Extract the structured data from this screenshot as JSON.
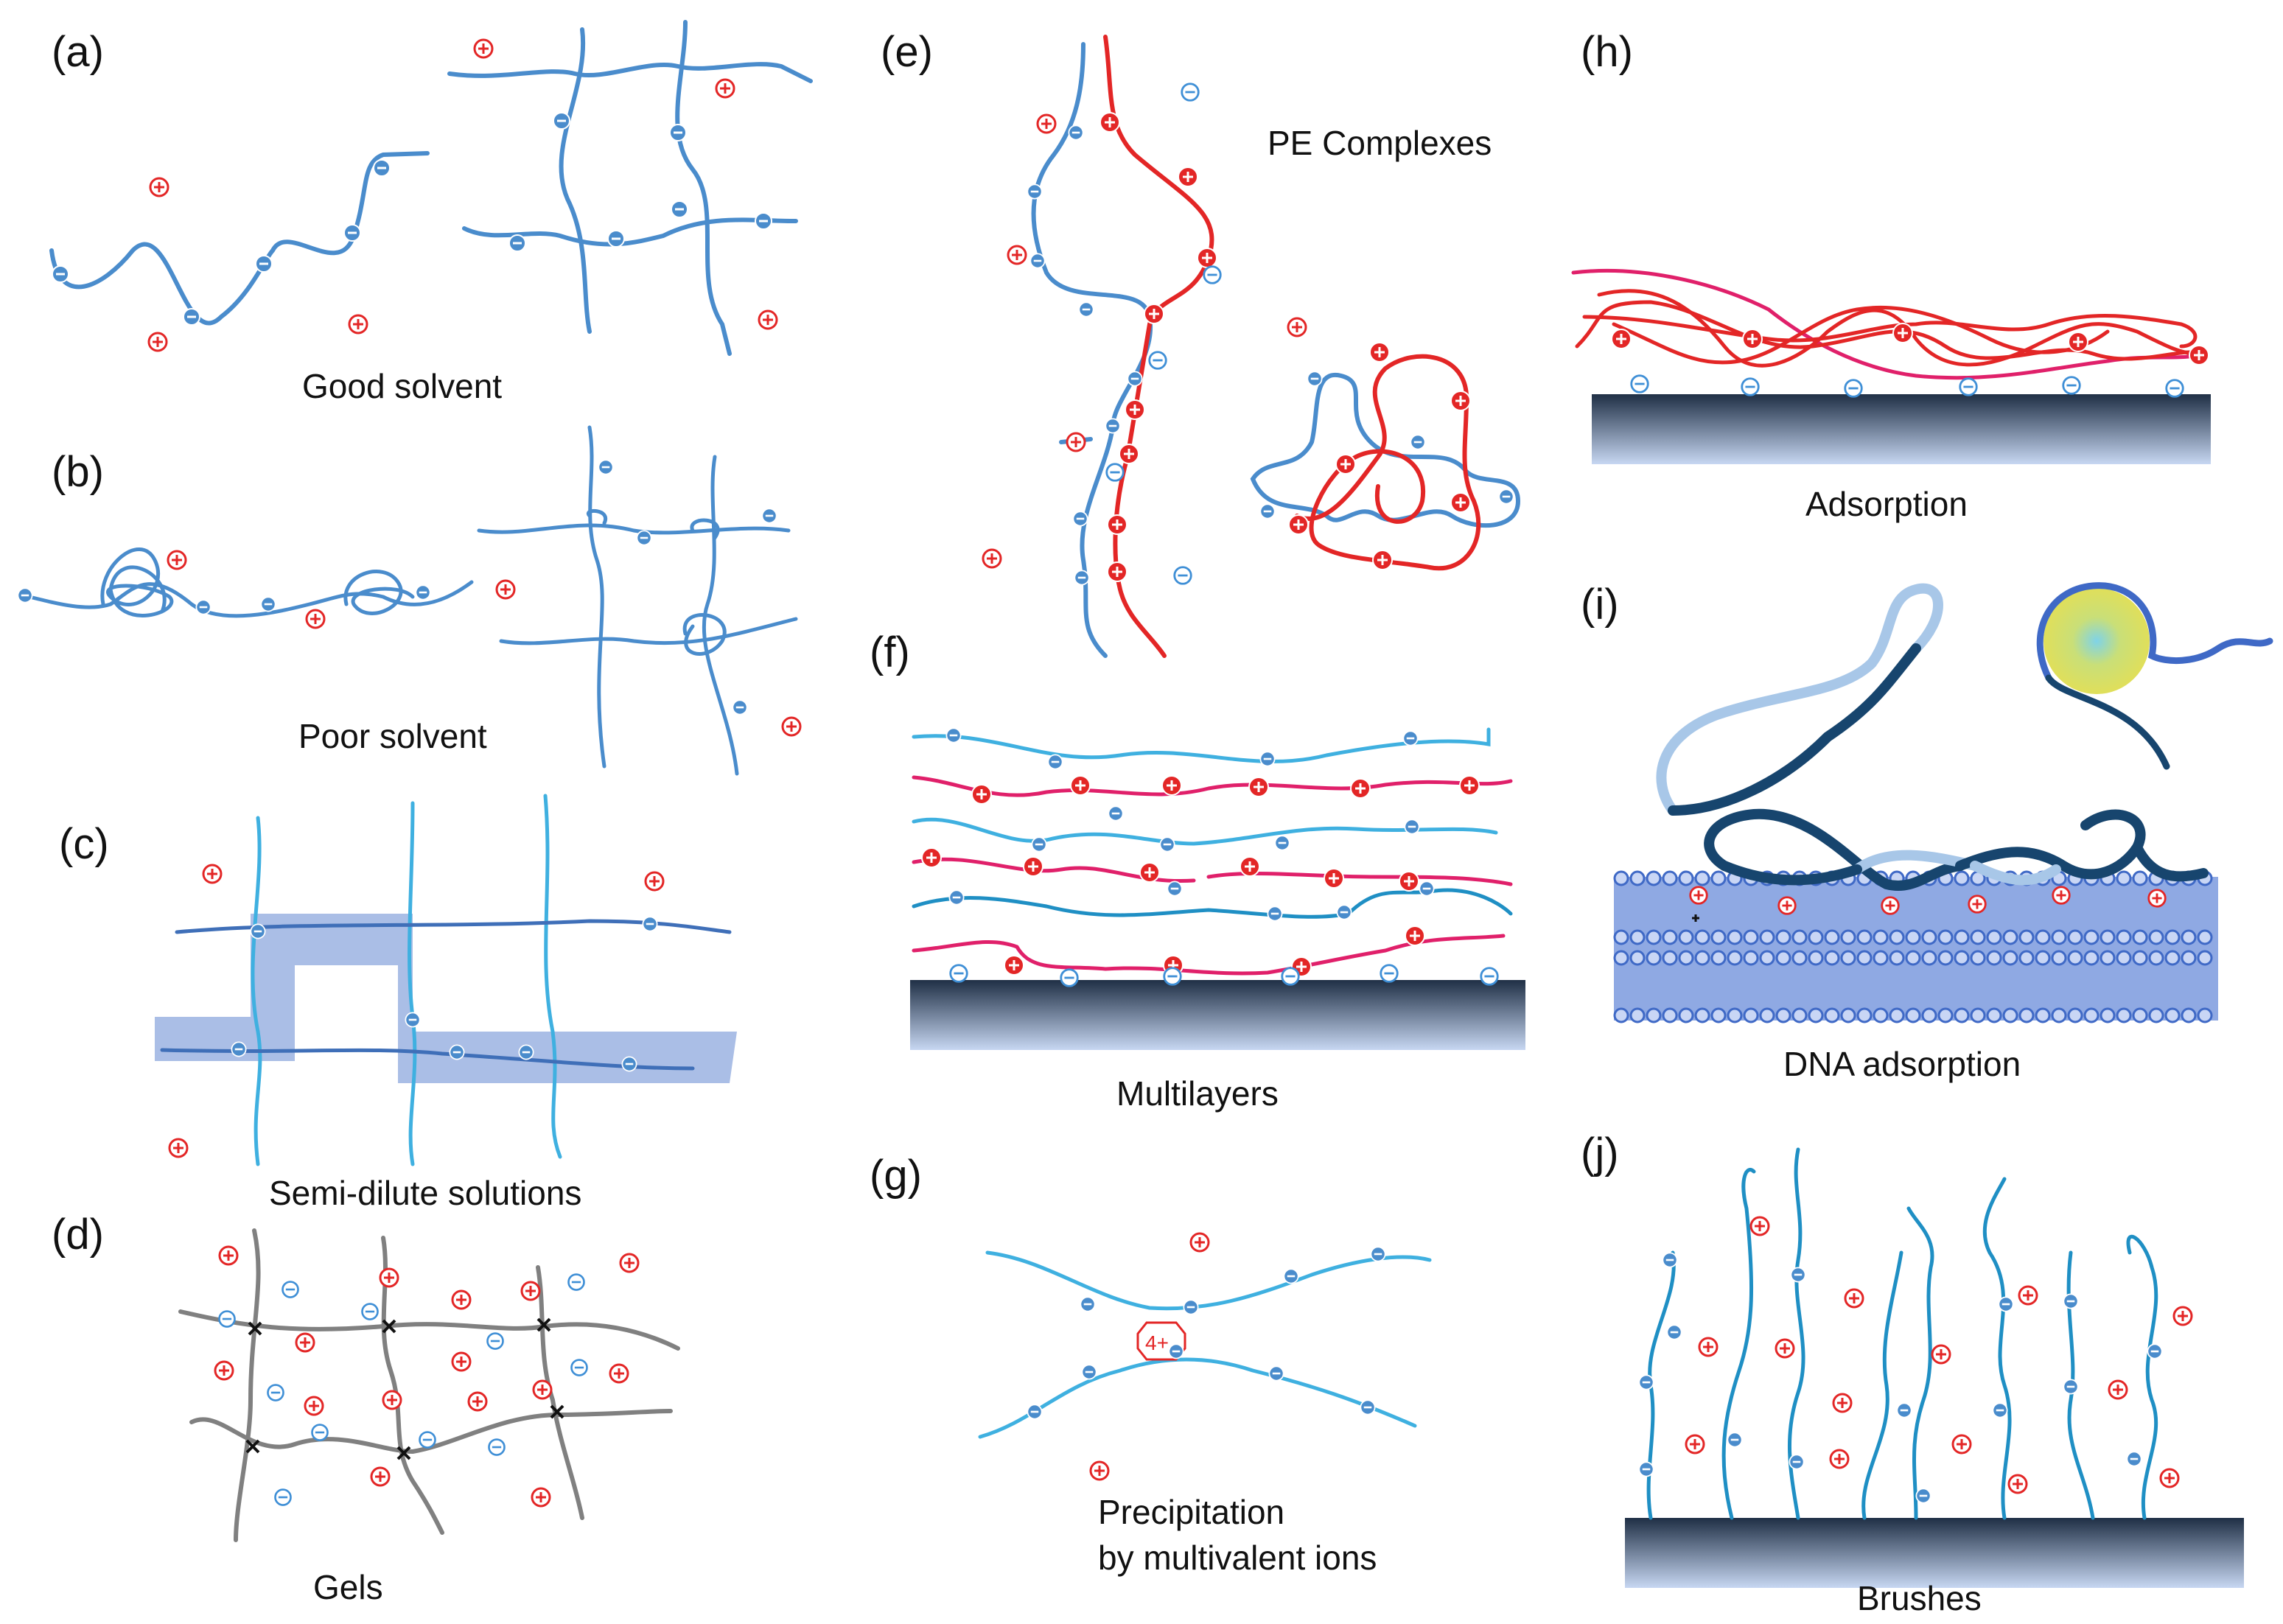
{
  "panels": [
    {
      "id": "a",
      "label": "(a)",
      "caption": "Good solvent"
    },
    {
      "id": "b",
      "label": "(b)",
      "caption": "Poor solvent"
    },
    {
      "id": "c",
      "label": "(c)",
      "caption": "Semi-dilute solutions"
    },
    {
      "id": "d",
      "label": "(d)",
      "caption": "Gels"
    },
    {
      "id": "e",
      "label": "(e)",
      "caption": "PE Complexes"
    },
    {
      "id": "f",
      "label": "(f)",
      "caption": "Multilayers"
    },
    {
      "id": "g",
      "label": "(g)",
      "caption_line1": "Precipitation",
      "caption_line2": "by multivalent ions",
      "ion_label": "4+"
    },
    {
      "id": "h",
      "label": "(h)",
      "caption": "Adsorption"
    },
    {
      "id": "i",
      "label": "(i)",
      "caption": "DNA adsorption"
    },
    {
      "id": "j",
      "label": "(j)",
      "caption": "Brushes"
    }
  ],
  "colors": {
    "chain_blue": "#4a8ccc",
    "chain_light_blue": "#3fb0e0",
    "chain_red": "#e32626",
    "chain_magenta": "#e0206a",
    "gel_gray": "#808080",
    "counterion_red": "#e32626",
    "coion_blue": "#3f8fd6",
    "substrate_top": "#1f2f45",
    "substrate_bottom": "#c7d7f2",
    "shade_blue": "#8ea8de",
    "dna_dark": "#17456e",
    "dna_light": "#a8c7e8",
    "membrane_blue": "#3f69c6",
    "sphere_yellow": "#e0df5a"
  },
  "legend_symbols": {
    "positive_charge": "⊕",
    "negative_charge": "⊖",
    "crosslink": "x"
  }
}
